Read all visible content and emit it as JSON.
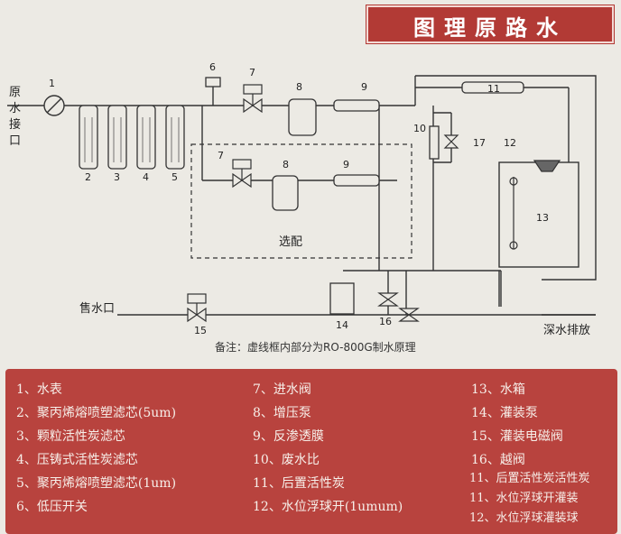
{
  "title": "图理原路水",
  "inlet_label": [
    "原",
    "水",
    "接",
    "口"
  ],
  "drain_label": "深水排放",
  "sale_outlet_label": "售水口",
  "optional_label": "选配",
  "note": "备注：虚线框内部分为RO-800G制水原理",
  "component_numbers": {
    "n1": "1",
    "n2": "2",
    "n3": "3",
    "n4": "4",
    "n5": "5",
    "n6": "6",
    "n7a": "7",
    "n7b": "7",
    "n8a": "8",
    "n8b": "8",
    "n9a": "9",
    "n9b": "9",
    "n10": "10",
    "n11": "11",
    "n12": "12",
    "n13": "13",
    "n14": "14",
    "n15": "15",
    "n16": "16",
    "n17": "17"
  },
  "legend": {
    "col1": [
      "1、水表",
      "2、聚丙烯熔喷塑滤芯(5um)",
      "3、颗粒活性炭滤芯",
      "4、压铸式活性炭滤芯",
      "5、聚丙烯熔喷塑滤芯(1um)",
      "6、低压开关"
    ],
    "col2": [
      "7、进水阀",
      "8、增压泵",
      "9、反渗透膜",
      "10、废水比",
      "11、后置活性炭",
      "12、水位浮球开(1umum)"
    ],
    "col3": [
      "13、水箱",
      "14、灌装泵",
      "15、灌装电磁阀",
      "16、越阀",
      "11、后置活性炭活性炭",
      "11、水位浮球开灌装",
      "12、水位浮球灌装球"
    ]
  }
}
